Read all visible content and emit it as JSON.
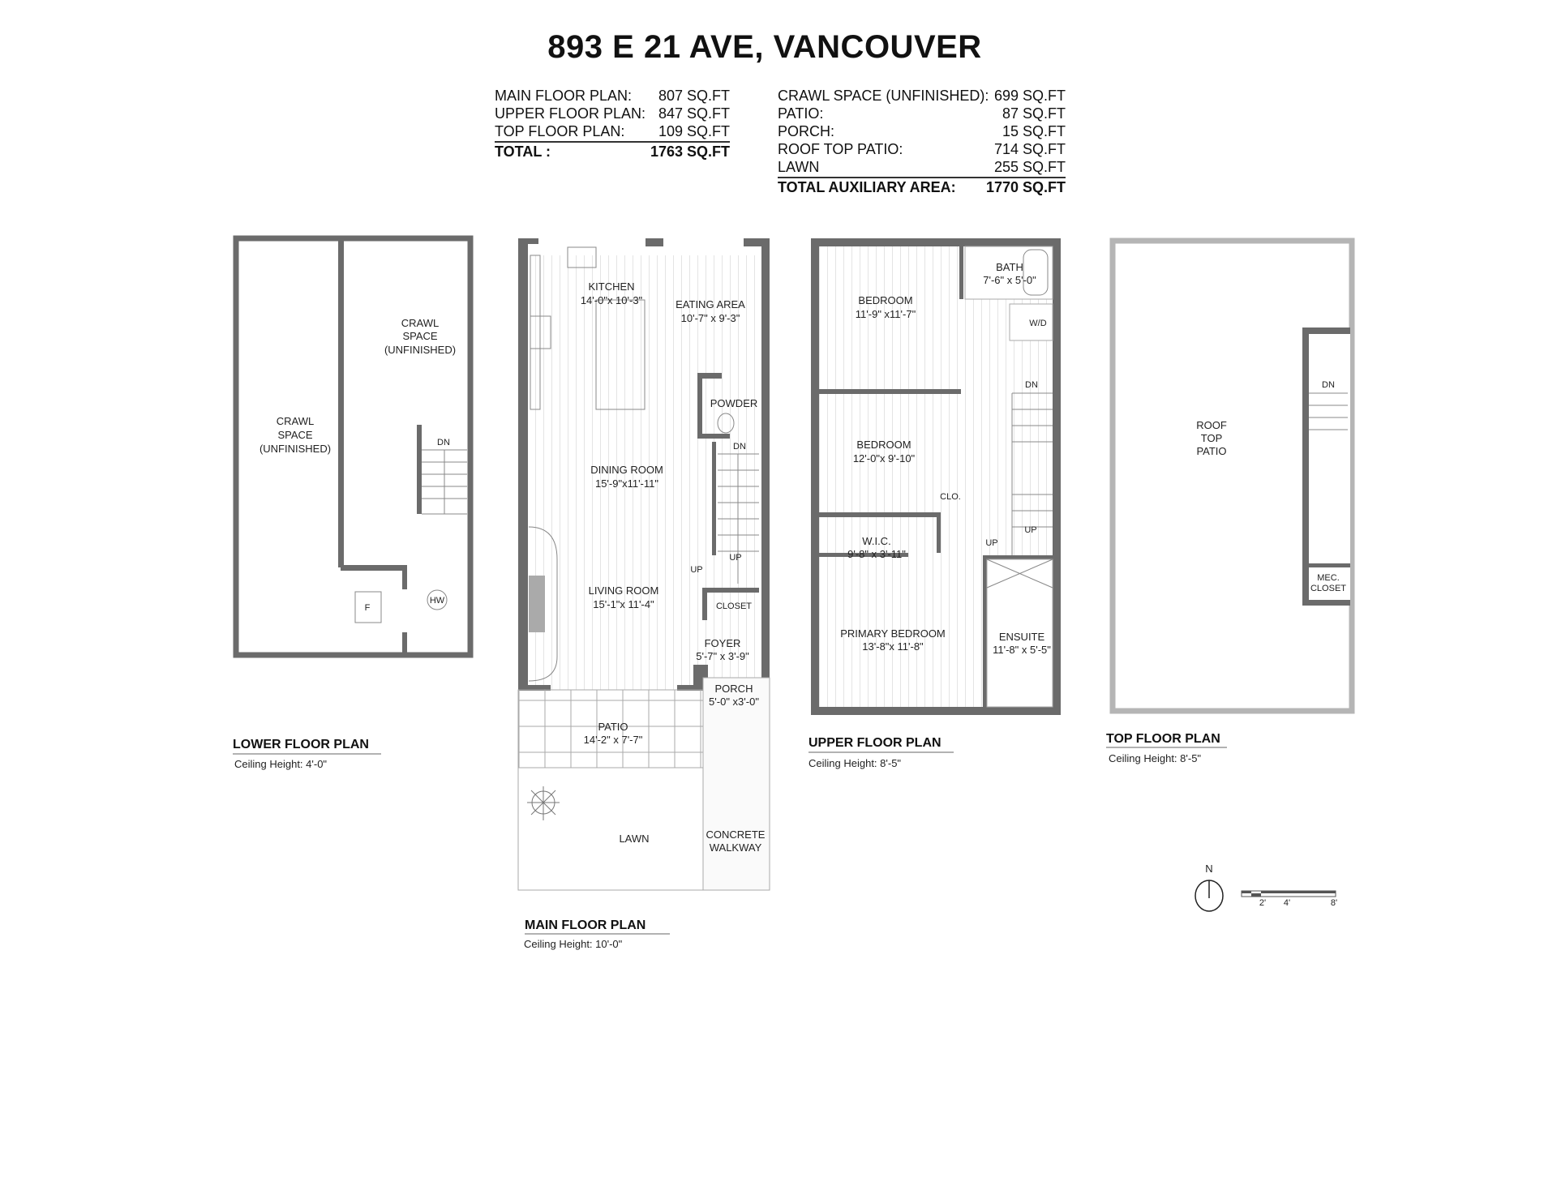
{
  "title": "893 E 21 AVE, VANCOUVER",
  "areas": {
    "main": [
      {
        "label": "MAIN FLOOR PLAN:",
        "value": "807 SQ.FT"
      },
      {
        "label": "UPPER FLOOR PLAN:",
        "value": "847 SQ.FT"
      },
      {
        "label": "TOP FLOOR PLAN:",
        "value": "109 SQ.FT"
      }
    ],
    "main_total": {
      "label": "TOTAL :",
      "value": "1763 SQ.FT"
    },
    "auxiliary": [
      {
        "label": "CRAWL SPACE (UNFINISHED):",
        "value": "699 SQ.FT"
      },
      {
        "label": "PATIO:",
        "value": "87 SQ.FT"
      },
      {
        "label": "PORCH:",
        "value": "15 SQ.FT"
      },
      {
        "label": "ROOF TOP PATIO:",
        "value": "714 SQ.FT"
      },
      {
        "label": "LAWN",
        "value": "255 SQ.FT"
      }
    ],
    "auxiliary_total": {
      "label": "TOTAL AUXILIARY AREA:",
      "value": "1770 SQ.FT"
    }
  },
  "plans": {
    "lower": {
      "title": "LOWER FLOOR PLAN",
      "ceiling": "Ceiling Height: 4'-0\"",
      "rooms": {
        "crawl_a": [
          "CRAWL",
          "SPACE",
          "(UNFINISHED)"
        ],
        "crawl_b": [
          "CRAWL",
          "SPACE",
          "(UNFINISHED)"
        ],
        "dn": "DN",
        "furnace": "F",
        "hw": "HW"
      }
    },
    "main": {
      "title": "MAIN FLOOR PLAN",
      "ceiling": "Ceiling Height: 10'-0\"",
      "rooms": {
        "kitchen": [
          "KITCHEN",
          "14'-0\"x 10'-3\""
        ],
        "eating": [
          "EATING AREA",
          "10'-7\" x 9'-3\""
        ],
        "powder": "POWDER",
        "dn": "DN",
        "dining": [
          "DINING ROOM",
          "15'-9\"x11'-11\""
        ],
        "living": [
          "LIVING ROOM",
          "15'-1\"x 11'-4\""
        ],
        "up1": "UP",
        "up2": "UP",
        "closet": "CLOSET",
        "foyer": [
          "FOYER",
          "5'-7\" x  3'-9\""
        ],
        "porch": [
          "PORCH",
          "5'-0\" x3'-0\""
        ],
        "patio": [
          "PATIO",
          "14'-2\" x 7'-7\""
        ],
        "lawn": "LAWN",
        "walkway": [
          "CONCRETE",
          "WALKWAY"
        ]
      }
    },
    "upper": {
      "title": "UPPER FLOOR PLAN",
      "ceiling": "Ceiling Height: 8'-5\"",
      "rooms": {
        "bedroom1": [
          "BEDROOM",
          "11'-9\" x11'-7\""
        ],
        "bath": [
          "BATH",
          "7'-6\" x  5'-0\""
        ],
        "wd": "W/D",
        "dn": "DN",
        "bedroom2": [
          "BEDROOM",
          "12'-0\"x 9'-10\""
        ],
        "clo": "CLO.",
        "up1": "UP",
        "up2": "UP",
        "wic": [
          "W.I.C.",
          "9'-8\" x 3'-11\""
        ],
        "primary": [
          "PRIMARY BEDROOM",
          "13'-8\"x 11'-8\""
        ],
        "ensuite": [
          "ENSUITE",
          "11'-8\" x 5'-5\""
        ]
      }
    },
    "top": {
      "title": "TOP FLOOR PLAN",
      "ceiling": "Ceiling Height: 8'-5\"",
      "rooms": {
        "roof": [
          "ROOF",
          "TOP",
          "PATIO"
        ],
        "dn": "DN",
        "mec": [
          "MEC.",
          "CLOSET"
        ]
      }
    }
  },
  "compass": {
    "label": "N"
  },
  "scale_bar": {
    "ticks": [
      "2'",
      "4'",
      "8'"
    ]
  },
  "colors": {
    "wall": "#6b6b6b",
    "roof_border": "#b5b5b5",
    "text": "#111111"
  }
}
